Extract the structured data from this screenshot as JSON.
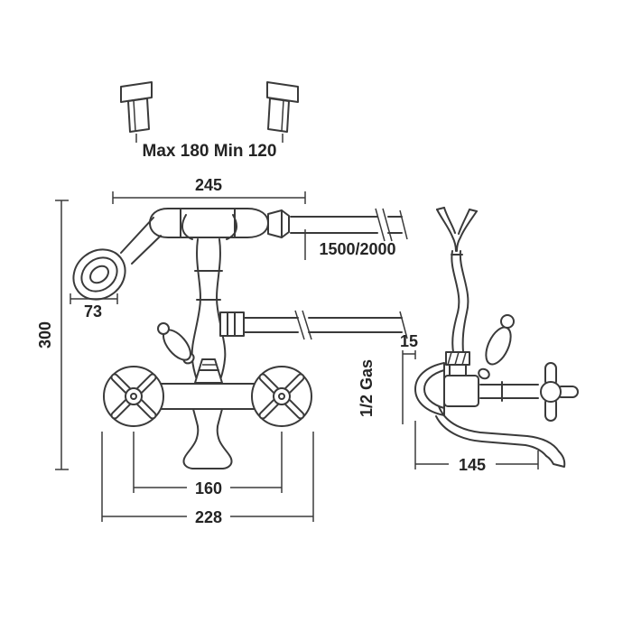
{
  "page": {
    "background": "#ffffff"
  },
  "drawing": {
    "line_color": "#3a3a3a",
    "text_color": "#242424",
    "dimensions": {
      "bracket_spacing": "Max 180 Min 120",
      "top_width": "245",
      "hose_length": "1500/2000",
      "handset_diameter": "73",
      "overall_height": "300",
      "wall_offset": "15",
      "connection": "1/2 Gas",
      "spout_reach": "145",
      "handle_centers": "160",
      "body_width": "228"
    }
  }
}
